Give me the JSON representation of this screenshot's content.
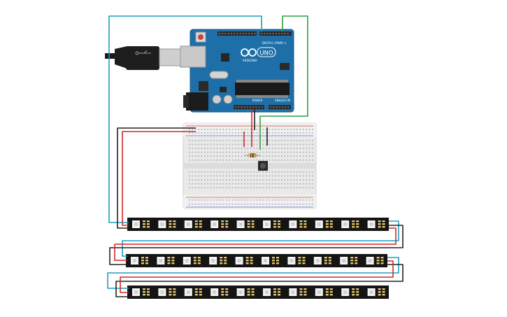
{
  "board": {
    "brand": "ARDUINO",
    "model": "UNO",
    "digital_label": "DIGITAL (PWM~)",
    "power_label": "POWER",
    "analog_label": "ANALOG IN",
    "body_color": "#1e6fa8",
    "accent_color": "#ffffff"
  },
  "wires": {
    "red": "#d62626",
    "black": "#222222",
    "teal": "#1d9fbf",
    "green": "#2ea043"
  },
  "led_strips": {
    "count": 3,
    "leds_per_strip": 10,
    "strip_color": "#141414",
    "pad_color": "#e8c870"
  },
  "icons": {
    "usb": "usb-plug-icon",
    "button": "pushbutton-icon",
    "resistor": "resistor-icon",
    "barrel": "barrel-jack-icon"
  }
}
